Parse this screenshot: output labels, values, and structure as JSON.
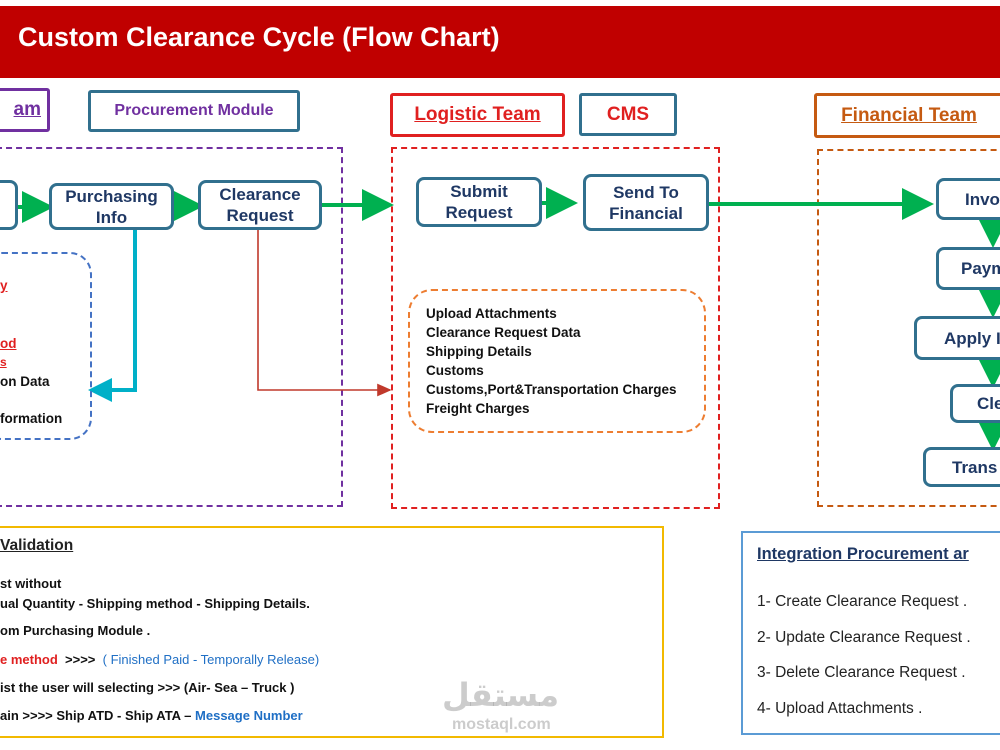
{
  "header": {
    "title": "Custom Clearance Cycle (Flow Chart)"
  },
  "teams": {
    "left_team": "am",
    "procurement_module": "Procurement Module",
    "logistic_team": "Logistic Team",
    "cms": "CMS",
    "financial_team": "Financial Team"
  },
  "flow": {
    "start_partial": "",
    "purchasing_info": "Purchasing\nInfo",
    "clearance_request": "Clearance\nRequest",
    "submit_request": "Submit\nRequest",
    "send_to_financial": "Send To\nFinancial",
    "invoice_partial": "Invo",
    "payment_partial": "Paym",
    "apply_partial": "Apply I",
    "clearance_partial": "Cle",
    "transfer_partial": "Trans"
  },
  "left_info_list": {
    "line_1": "y",
    "line_2": "od",
    "line_3": "s",
    "line_4": "on Data",
    "line_5": "formation"
  },
  "logistic_list": [
    "Upload Attachments",
    "Clearance Request Data",
    "Shipping Details",
    "Customs",
    "Customs,Port&Transportation Charges",
    "Freight Charges"
  ],
  "validation": {
    "title": "Validation",
    "line_1": "st  without",
    "line_2": "ual Quantity - Shipping method - Shipping Details.",
    "line_3": "om Purchasing Module .",
    "line_4_red": "e method",
    "line_4_arrows": "  >>>>  ",
    "line_4_blue": "( Finished Paid - Temporally Release)",
    "line_5": "ist the user will selecting >>> (Air- Sea – Truck )",
    "line_6_black": "ain >>>> Ship ATD - Ship ATA – ",
    "line_6_blue": "Message Number"
  },
  "integration": {
    "title": "Integration Procurement ar",
    "items": [
      "1- Create Clearance Request .",
      "2- Update Clearance Request .",
      "3- Delete Clearance Request .",
      "4- Upload Attachments  ."
    ]
  },
  "watermark": {
    "arabic": "مستقل",
    "latin": "mostaql.com"
  },
  "colors": {
    "header_red": "#c00000",
    "purple": "#7030a0",
    "red": "#e02020",
    "orange": "#c55a11",
    "teal_border": "#31708e",
    "navy_text": "#1f3864",
    "arrow_green": "#00b050",
    "arrow_cyan": "#00b0c8",
    "arrow_darkred": "#c0392b",
    "blue_text": "#1f6fc5",
    "gold": "#f2b900",
    "steel_blue": "#5b9bd5"
  }
}
